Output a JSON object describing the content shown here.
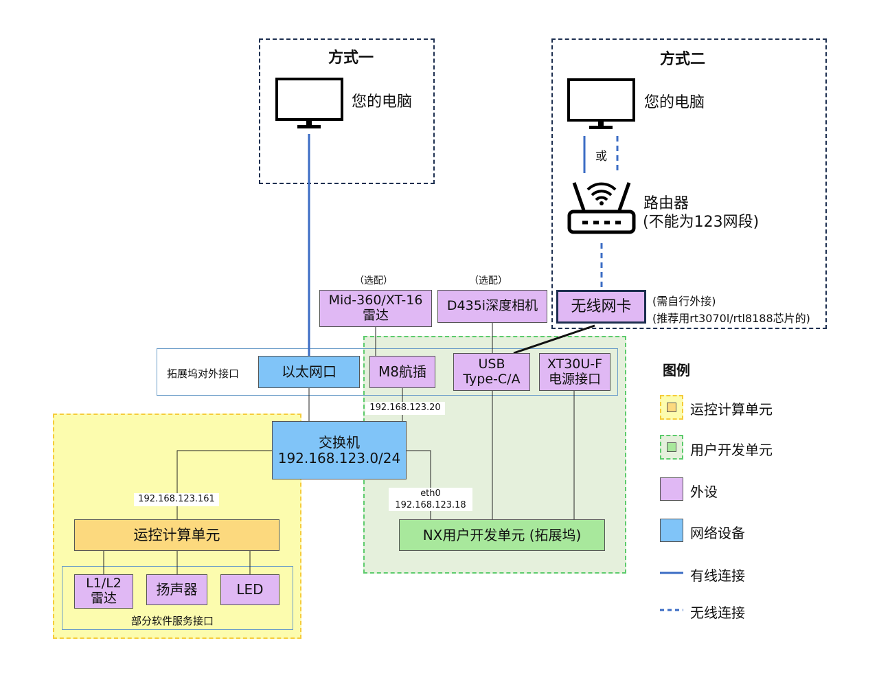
{
  "mode1": {
    "title": "方式一",
    "pc_label": "您的电脑"
  },
  "mode2": {
    "title": "方式二",
    "pc_label": "您的电脑",
    "or_label": "或",
    "router_label": "路由器",
    "router_note": "(不能为123网段)"
  },
  "optional_tag": "（选配）",
  "peripherals": {
    "lidar": "Mid-360/XT-16\n雷达",
    "camera": "D435i深度相机",
    "wifi_card": "无线网卡",
    "wifi_note1": "(需自行外接)",
    "wifi_note2": "(推荐用rt3070l/rtl8188芯片的)"
  },
  "dock": {
    "label": "拓展坞对外接口",
    "ethernet": "以太网口",
    "m8": "M8航插",
    "usb": "USB\nType-C/A",
    "power": "XT30U-F\n电源接口"
  },
  "ips": {
    "m8": "192.168.123.20",
    "motion": "192.168.123.161",
    "nx_iface": "eth0",
    "nx": "192.168.123.18"
  },
  "switch": {
    "label": "交换机\n192.168.123.0/24"
  },
  "nx_unit": "NX用户开发单元 (拓展坞)",
  "motion": {
    "unit": "运控计算单元",
    "lidar": "L1/L2\n雷达",
    "speaker": "扬声器",
    "led": "LED",
    "services": "部分软件服务接口"
  },
  "legend": {
    "title": "图例",
    "motion": "运控计算单元",
    "user": "用户开发单元",
    "peripheral": "外设",
    "network": "网络设备",
    "wired": "有线连接",
    "wireless": "无线连接"
  },
  "colors": {
    "wired": "#3b6cc4",
    "dash_dark": "#1c2e4f",
    "motion_fill": "#fcfcae",
    "motion_border": "#f5cc3a",
    "user_fill": "#e5f0dc",
    "user_border": "#5ccb6c",
    "peripheral": "#e0b8f4",
    "network": "#80c4f8"
  }
}
